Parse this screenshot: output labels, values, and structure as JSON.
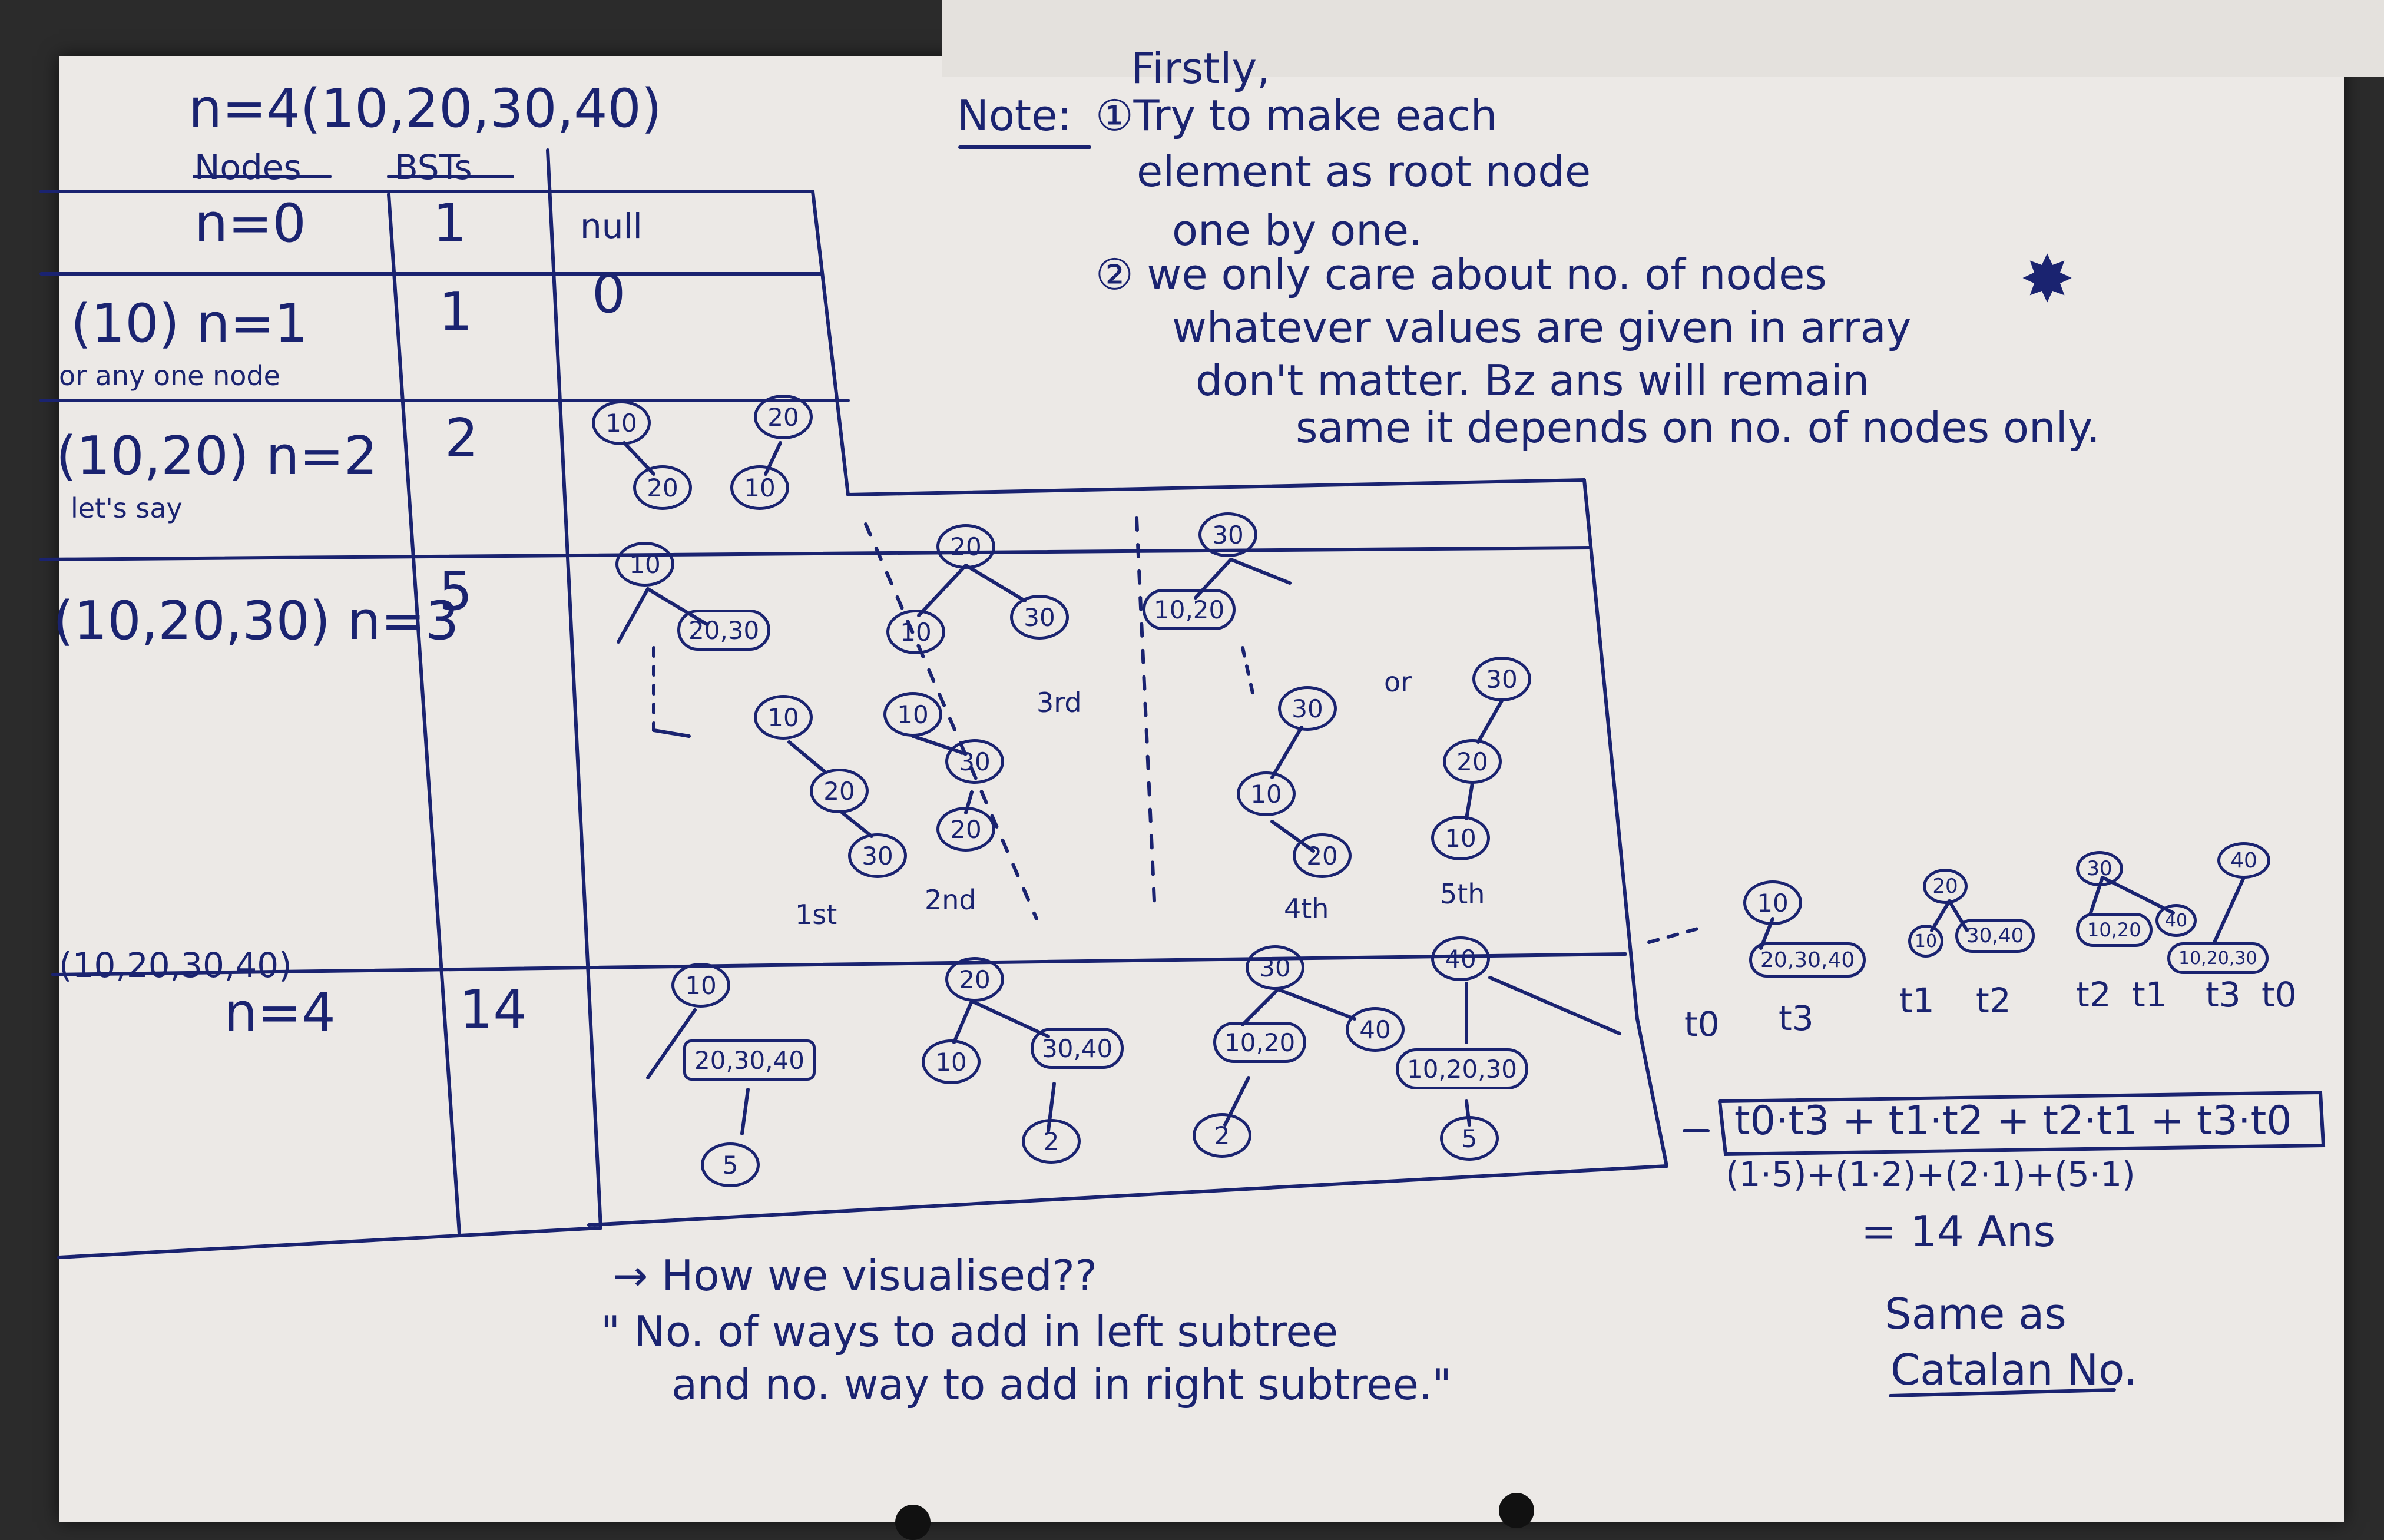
{
  "problem": {
    "title": "n=4(10,20,30,40)"
  },
  "table": {
    "col_nodes": "Nodes",
    "col_bsts": "BSTs",
    "rows": [
      {
        "nodes": "n=0",
        "bsts": "1",
        "note": "null"
      },
      {
        "nodes": "(10)  n=1",
        "sub": "or any one node",
        "bsts": "1",
        "note": "0"
      },
      {
        "nodes": "(10,20)  n=2",
        "sub": "let's say",
        "bsts": "2"
      },
      {
        "nodes": "(10,20,30)  n=3",
        "bsts": "5"
      },
      {
        "nodes": "(10,20,30,40)",
        "sub": "n=4",
        "bsts": "14"
      }
    ]
  },
  "notes": {
    "firstly": "Firstly,",
    "note_label": "Note:",
    "line1": "①Try to make each",
    "line2": "element as root node",
    "line3": "one by one.",
    "line4": "② we only care about no. of nodes",
    "line5": "whatever values are given in array",
    "line6": "don't matter. Bz ans will remain",
    "line7": "same it depends on no. of nodes only."
  },
  "n2_trees": [
    "10",
    "20",
    "20",
    "10"
  ],
  "n3": {
    "roots": [
      "10",
      "20",
      "30"
    ],
    "labels": [
      "1st",
      "2nd",
      "3rd",
      "4th",
      "5th",
      "or"
    ],
    "groups": [
      "20,30",
      "10,20"
    ],
    "nodes": [
      "10",
      "20",
      "30",
      "10",
      "20",
      "30",
      "30",
      "10",
      "20",
      "30",
      "20",
      "10",
      "10",
      "30"
    ]
  },
  "n4": {
    "roots": [
      "10",
      "20",
      "30",
      "40"
    ],
    "groups": [
      "20,30,40",
      "30,40",
      "10,20",
      "10,20,30"
    ],
    "counts": [
      "5",
      "2",
      "2",
      "5"
    ],
    "small_nodes": [
      "10",
      "40"
    ]
  },
  "formula": {
    "side_roots": [
      "10",
      "20",
      "30",
      "40"
    ],
    "side_groups": [
      "20,30,40",
      "10",
      "30,40",
      "10,20",
      "40",
      "10,20,30"
    ],
    "terms_label": [
      "t0",
      "t3",
      "t1",
      "t2",
      "t2",
      "t1",
      "t3",
      "t0"
    ],
    "expr": "t0·t3 + t1·t2 + t2·t1 + t3·t0",
    "values": "(1·5)+(1·2)+(2·1)+(5·1)",
    "result": "= 14 Ans"
  },
  "bottom": {
    "line1": "→ How we visualised??",
    "line2": "\" No. of ways to add in left subtree",
    "line3": "and no. way to add in right subtree.\"",
    "catalan1": "Same as",
    "catalan2": "Catalan No."
  }
}
